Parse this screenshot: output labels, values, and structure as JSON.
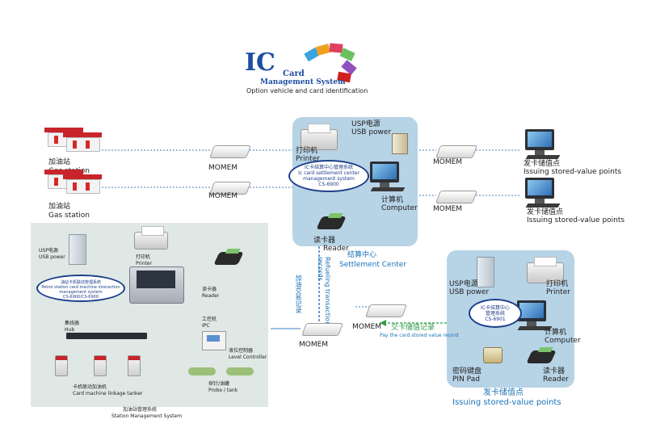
{
  "header": {
    "logo_ic": "IC",
    "logo_card": "Card",
    "logo_mgmt": "Management System",
    "subtitle": "Option vehicle and card identification"
  },
  "left_sites": [
    {
      "label_cn": "加油站",
      "label_en": "Gas station"
    },
    {
      "label_cn": "加油站",
      "label_en": "Gas station"
    }
  ],
  "modems": {
    "top_left": "MOMEM",
    "mid_left": "MOMEM",
    "top_right": "MOMEM",
    "mid_right": "MOMEM",
    "bottom_center": "MOMEM",
    "bottom_left": "MOMEM"
  },
  "settlement_center": {
    "ups_cn": "USP电源",
    "ups_en": "USB power",
    "printer_cn": "打印机",
    "printer_en": "Printer",
    "bubble_line1": "IC卡结算中心管理系统",
    "bubble_line2": "Ic card settlement center",
    "bubble_line3": "management system",
    "bubble_line4": "CS-6900",
    "computer_cn": "计算机",
    "computer_en": "Computer",
    "reader_cn": "读卡器",
    "reader_en": "Reader",
    "title_cn": "结算中心",
    "title_en": "Settlement Center"
  },
  "right_points": [
    {
      "label_cn": "发卡储值点",
      "label_en": "Issuing stored-value points"
    },
    {
      "label_cn": "发卡储值点",
      "label_en": "Issuing stored-value points"
    }
  ],
  "station_mgmt": {
    "ups_cn": "USP电源",
    "ups_en": "USB power",
    "printer_cn": "打印机",
    "printer_en": "Printer",
    "bubble_line1": "油站卡机联动管理系统",
    "bubble_line2": "Petrol station card machine interaction",
    "bubble_line3": "management system",
    "bubble_line4": "CS-6900/CS-6900",
    "reader_cn": "读卡器",
    "reader_en": "Reader",
    "hub_cn": "集线器",
    "hub_en": "Hub",
    "ipc_cn": "工控机",
    "ipc_en": "IPC",
    "level_cn": "液位控制器",
    "level_en": "Level Controller",
    "tanker_cn": "卡机联动加油机",
    "tanker_en": "Card machine linkage tanker",
    "probe_cn": "探针/油罐",
    "probe_en": "Probe / tank",
    "title_cn": "加油站管理系统",
    "title_en": "Station Management System"
  },
  "refuel_link": {
    "text_en": "Refueling transaction records",
    "text_cn": "加油交易记录"
  },
  "issue_point": {
    "ups_cn": "USP电源",
    "ups_en": "USB power",
    "printer_cn": "打印机",
    "printer_en": "Printer",
    "bubble_line1": "IC卡结算中心",
    "bubble_line2": "管理系统",
    "bubble_line3": "CS-6901",
    "computer_cn": "计算机",
    "computer_en": "Computer",
    "pinpad_cn": "密码键盘",
    "pinpad_en": "PIN Pad",
    "reader_cn": "读卡器",
    "reader_en": "Reader",
    "title_cn": "发卡储值点",
    "title_en": "Issuing stored-value points",
    "pay_cn": "交卡储值记录",
    "pay_en": "Pay the card stored value record"
  },
  "colors": {
    "panel_blue": "#b7d3e6",
    "panel_green": "#dfe8e4",
    "accent_blue": "#1b73b8",
    "link_dotted": "#3a7fc4",
    "pay_green": "#2e9a45"
  }
}
